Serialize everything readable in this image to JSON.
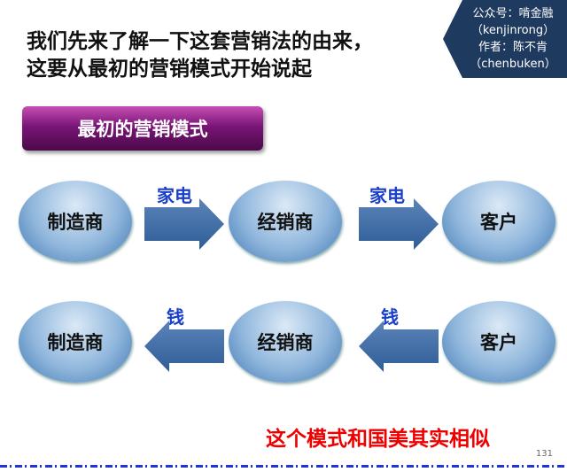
{
  "title": {
    "line1": "我们先来了解一下这套营销法的由来，",
    "line2": "这要从最初的营销模式开始说起"
  },
  "badge": {
    "line1": "公众号：啃金融",
    "line2": "（kenjinrong）",
    "line3": "作者：陈不肯",
    "line4": "（chenbuken）"
  },
  "banner": "最初的营销模式",
  "row1": {
    "nodes": [
      "制造商",
      "经销商",
      "客户"
    ],
    "arrow_labels": [
      "家电",
      "家电"
    ]
  },
  "row2": {
    "nodes": [
      "制造商",
      "经销商",
      "客户"
    ],
    "arrow_labels": [
      "钱",
      "钱"
    ]
  },
  "note": "这个模式和国美其实相似",
  "page_number": "131"
}
